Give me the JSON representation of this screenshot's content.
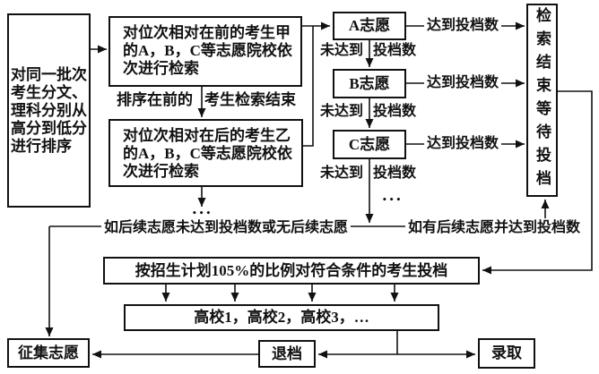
{
  "colors": {
    "ink": "#111111",
    "background": "#ffffff"
  },
  "boxes": {
    "sort": {
      "label": "对同一批次\n考生分文、\n理科分别从\n高分到低分\n进行排序"
    },
    "search_first": {
      "label": "对位次相对在前的考生甲\n的A，B，C等志愿院校依\n次进行检索"
    },
    "search_next": {
      "label": "对位次相对在后的考生乙\n的A，B，C等志愿院校依\n次进行检索"
    },
    "choice_a": {
      "label": "A志愿"
    },
    "choice_b": {
      "label": "B志愿"
    },
    "choice_c": {
      "label": "C志愿"
    },
    "search_end": {
      "label": "检索结束等待投档"
    },
    "file_ratio": {
      "label": "按招生计划105%的比例对符合条件的考生投档"
    },
    "colleges": {
      "label": "高校1，高校2，高校3，…"
    },
    "collect": {
      "label": "征集志愿"
    },
    "withdraw": {
      "label": "退档"
    },
    "admit": {
      "label": "录取"
    }
  },
  "labels": {
    "first_done_left": "排序在前的",
    "first_done_right": "考生检索结束",
    "not_reached": "未达到",
    "quota_count": "投档数",
    "reached_quota": "达到投档数",
    "if_no_next": "如后续志愿未达到投档数或无后续志愿",
    "if_has_next": "如有后续志愿并达到投档数",
    "ellipsis": "•••"
  }
}
